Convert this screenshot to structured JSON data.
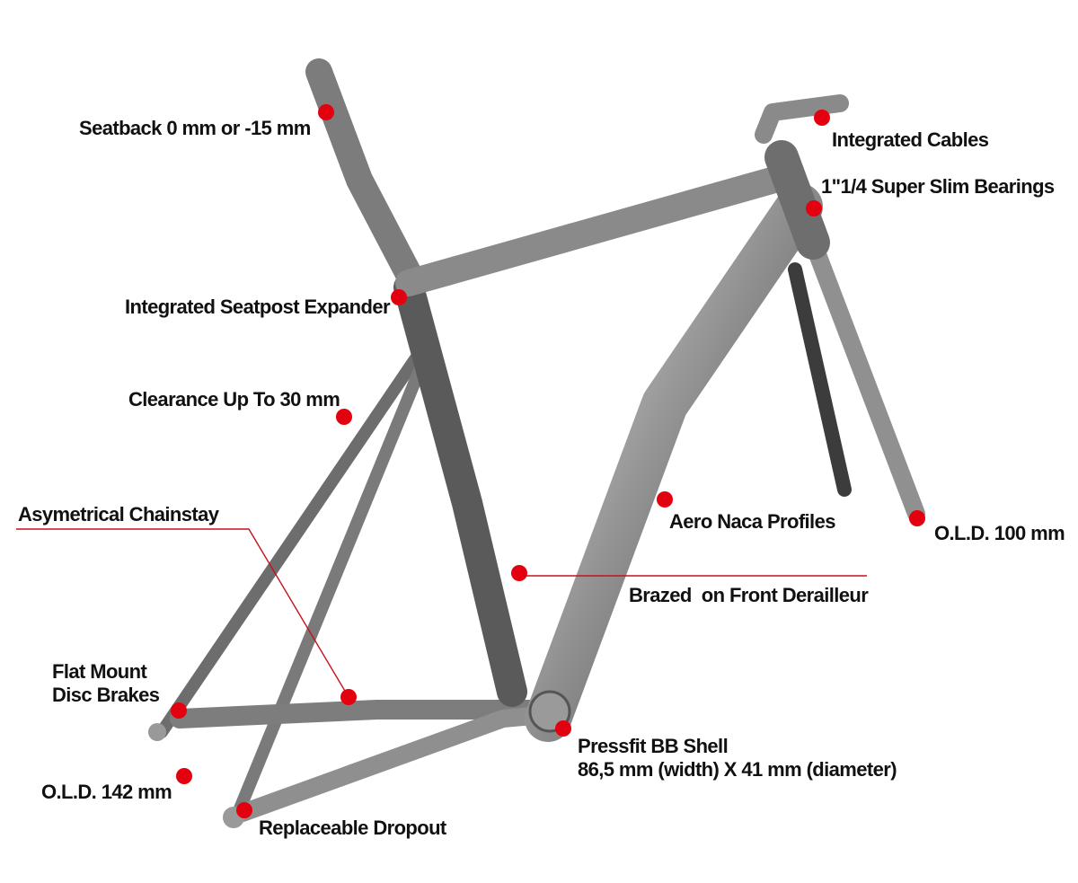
{
  "title": "Bike frame feature diagram",
  "colors": {
    "accent": "#e3000f",
    "frame": "#8a8a8a",
    "text": "#111111"
  },
  "callouts": [
    {
      "id": "seatback",
      "lines": [
        "Seatback 0 mm or -15 mm"
      ]
    },
    {
      "id": "integrated-cables",
      "lines": [
        "Integrated Cables"
      ]
    },
    {
      "id": "bearings",
      "lines": [
        "1\"1/4 Super Slim Bearings"
      ]
    },
    {
      "id": "seatpost-expander",
      "lines": [
        "Integrated Seatpost Expander"
      ]
    },
    {
      "id": "clearance",
      "lines": [
        "Clearance Up To 30 mm"
      ]
    },
    {
      "id": "chainstay",
      "lines": [
        "Asymetrical Chainstay"
      ]
    },
    {
      "id": "aero",
      "lines": [
        "Aero Naca Profiles"
      ]
    },
    {
      "id": "old-front",
      "lines": [
        "O.L.D. 100 mm"
      ]
    },
    {
      "id": "front-derailleur",
      "lines": [
        "Brazed  on Front Derailleur"
      ]
    },
    {
      "id": "disc-brakes",
      "lines": [
        "Flat Mount",
        "Disc Brakes"
      ]
    },
    {
      "id": "bb-shell",
      "lines": [
        "Pressfit BB Shell",
        "86,5 mm (width) X 41 mm (diameter)"
      ]
    },
    {
      "id": "old-rear",
      "lines": [
        "O.L.D. 142 mm"
      ]
    },
    {
      "id": "dropout",
      "lines": [
        "Replaceable Dropout"
      ]
    }
  ]
}
